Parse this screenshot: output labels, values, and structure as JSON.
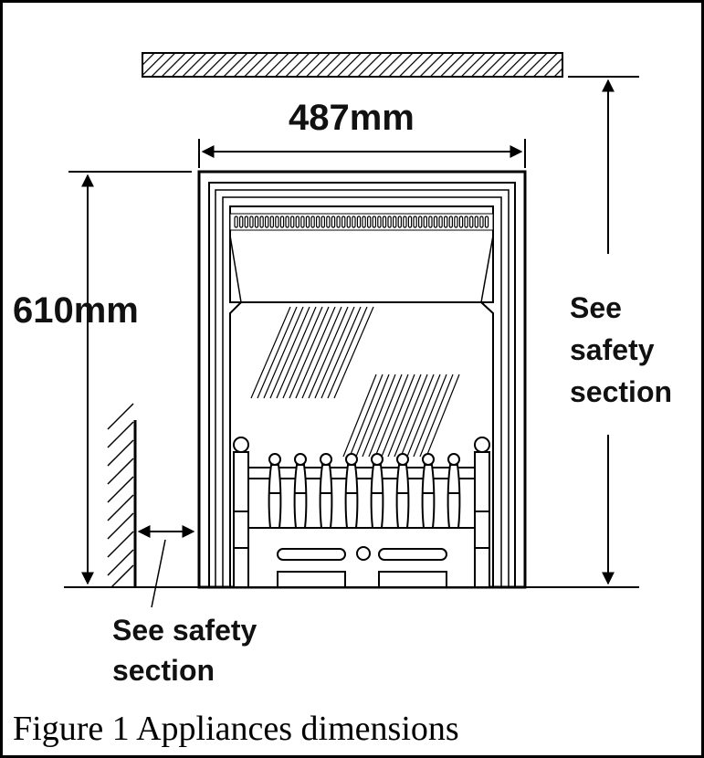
{
  "labels": {
    "width": "487mm",
    "height": "610mm",
    "clearance_right": [
      "See",
      "safety",
      "section"
    ],
    "clearance_side": [
      "See safety",
      "section"
    ]
  },
  "caption": "Figure 1 Appliances dimensions"
}
